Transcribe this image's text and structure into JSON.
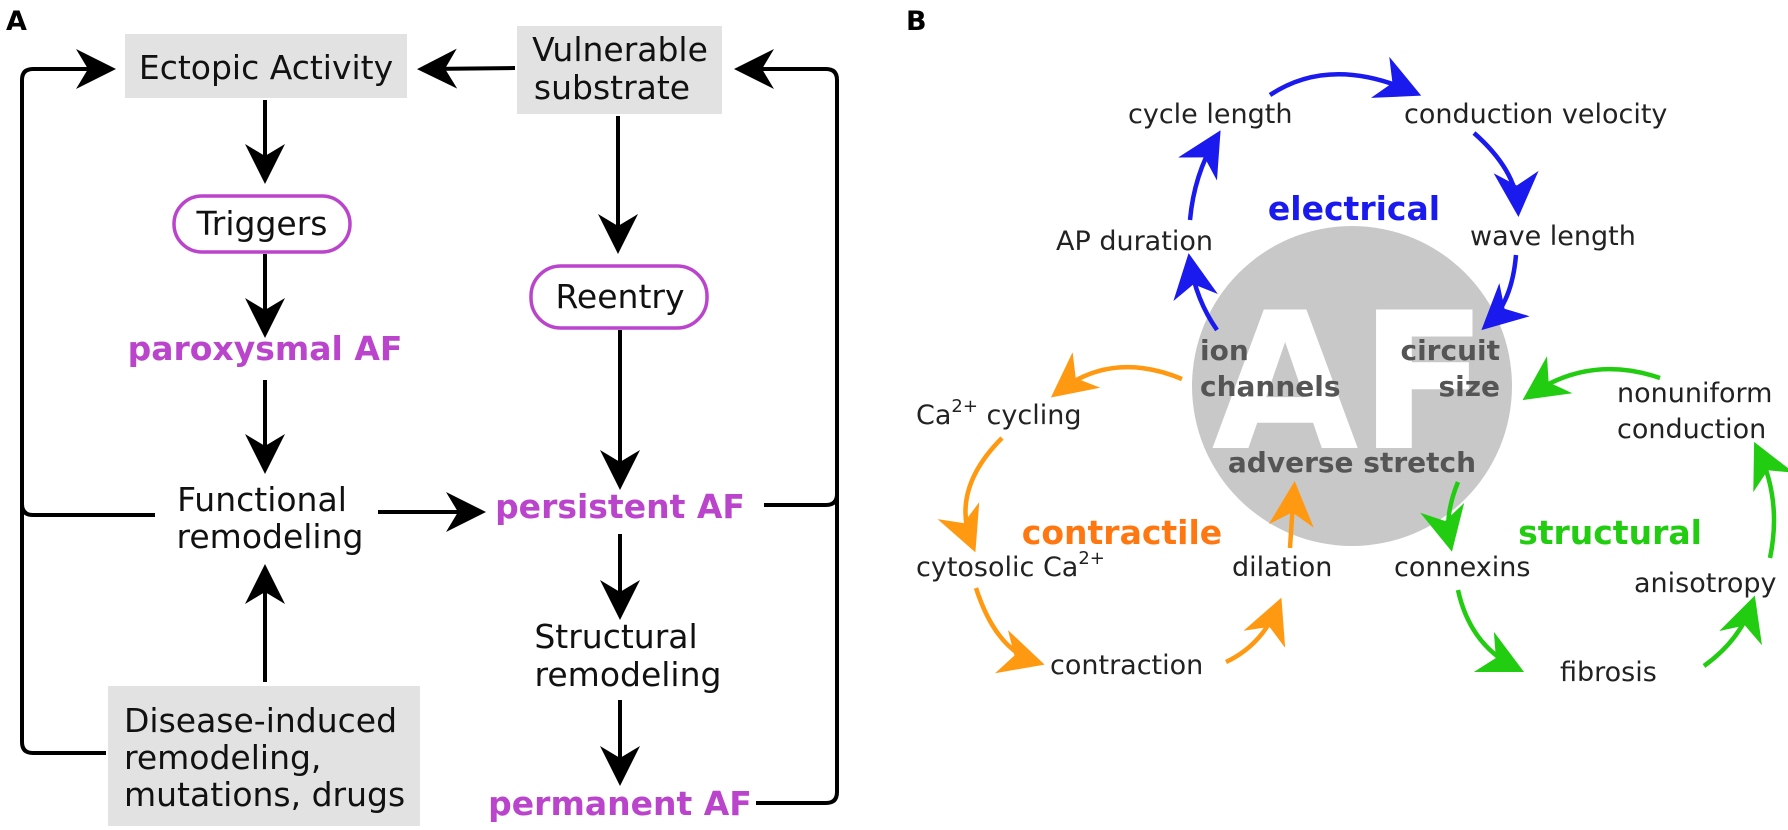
{
  "panel_a": {
    "letter": "A",
    "ectopic_activity": "Ectopic Activity",
    "vulnerable_substrate": [
      "Vulnerable",
      "substrate"
    ],
    "triggers": "Triggers",
    "reentry": "Reentry",
    "paroxysmal_af": "paroxysmal AF",
    "persistent_af": "persistent AF",
    "permanent_af": "permanent AF",
    "functional_remodeling": [
      "Functional",
      "remodeling"
    ],
    "structural_remodeling": [
      "Structural",
      "remodeling"
    ],
    "disease_induced": [
      "Disease-induced",
      "remodeling,",
      "mutations, drugs"
    ]
  },
  "panel_b": {
    "letter": "B",
    "center_big": "AF",
    "ion_channels": [
      "ion",
      "channels"
    ],
    "circuit_size": [
      "circuit",
      "size"
    ],
    "adverse_stretch": "adverse stretch",
    "electrical": "electrical",
    "contractile": "contractile",
    "structural": "structural",
    "cycle_length": "cycle length",
    "conduction_velocity": "conduction velocity",
    "ap_duration": "AP duration",
    "wave_length": "wave length",
    "ca_cycling": {
      "base": "Ca",
      "sup": "2+",
      "rest": " cycling"
    },
    "cytosolic_ca": {
      "base": "cytosolic Ca",
      "sup": "2+"
    },
    "contraction": "contraction",
    "dilation": "dilation",
    "connexins": "connexins",
    "fibrosis": "fibrosis",
    "anisotropy": "anisotropy",
    "nonuniform_conduction": [
      "nonuniform",
      "conduction"
    ]
  },
  "colors": {
    "electrical": "#1a1aee",
    "contractile": "#ff9911",
    "structural": "#22cc11",
    "af_label": "#bb44cc",
    "box_gray": "#e2e2e2",
    "circle_gray": "#c8c8c8"
  }
}
